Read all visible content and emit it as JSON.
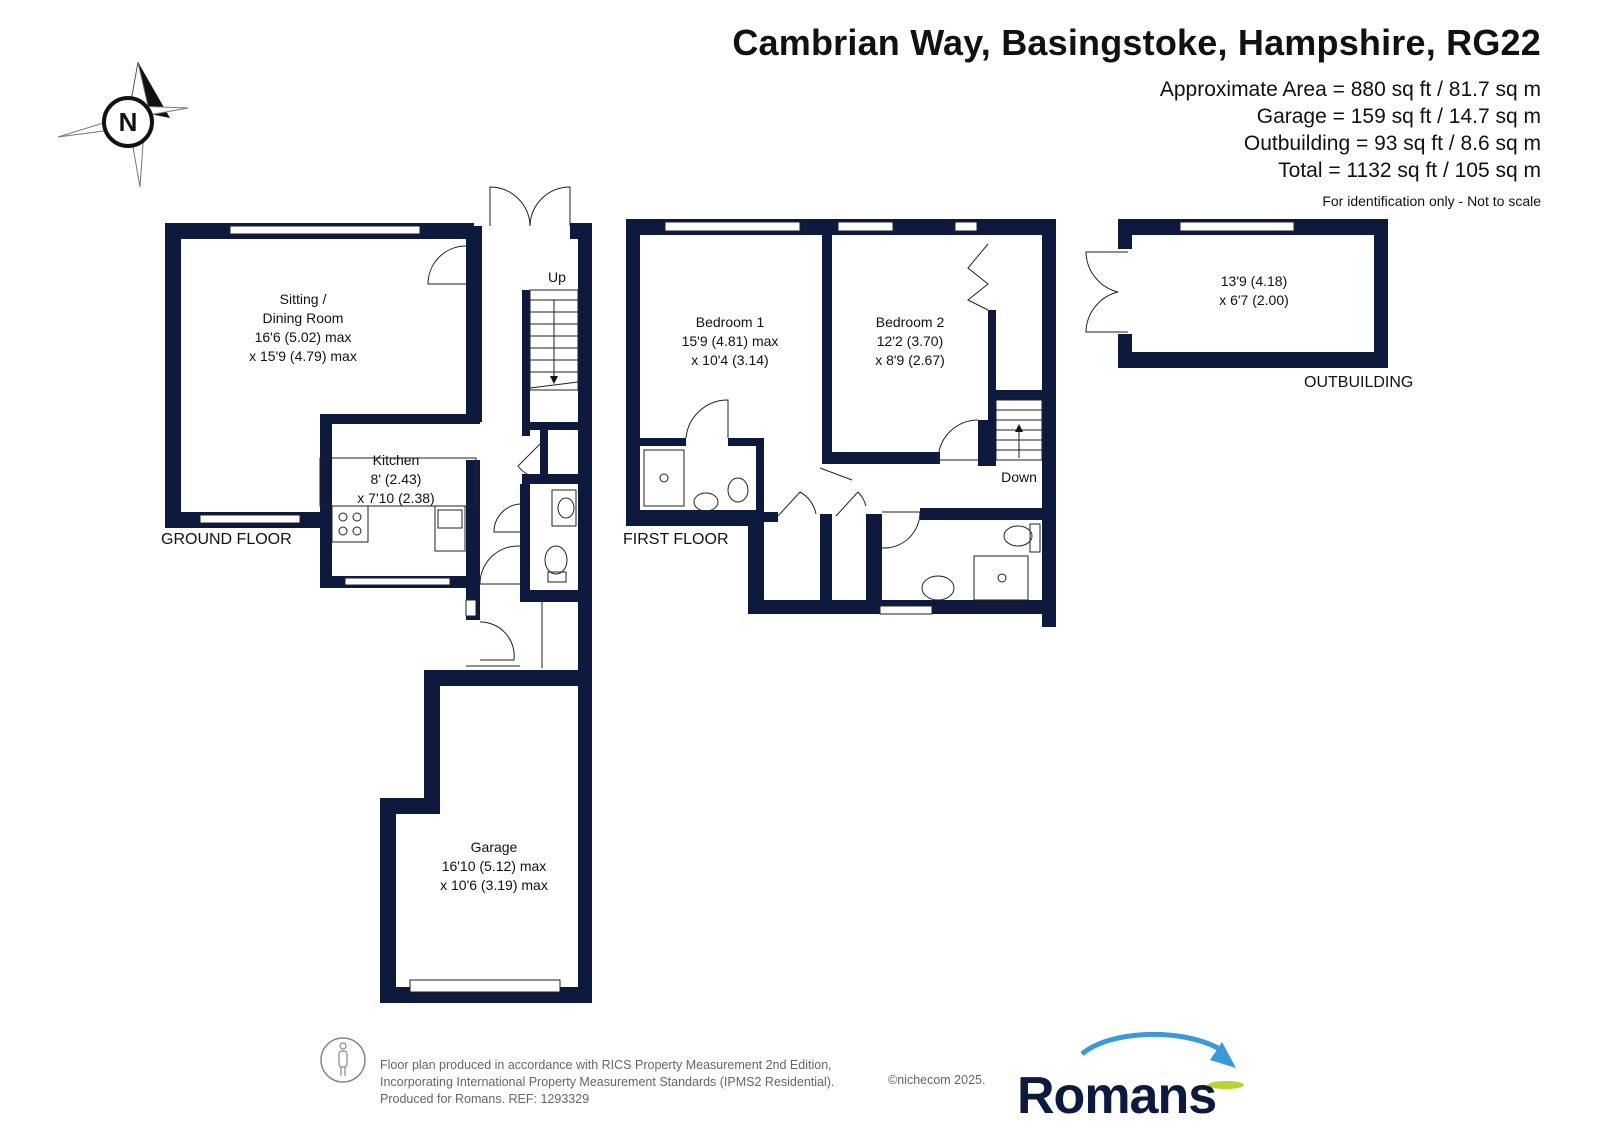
{
  "header": {
    "title": "Cambrian Way, Basingstoke, Hampshire, RG22",
    "areas": [
      "Approximate Area = 880 sq ft / 81.7 sq m",
      "Garage = 159 sq ft / 14.7 sq m",
      "Outbuilding = 93 sq ft / 8.6 sq m",
      "Total = 1132 sq ft / 105 sq m"
    ],
    "note": "For identification only - Not to scale"
  },
  "compass": {
    "label": "N"
  },
  "ground_floor": {
    "label": "GROUND FLOOR",
    "stairs_label": "Up",
    "sitting": {
      "l1": "Sitting /",
      "l2": "Dining Room",
      "l3": "16'6 (5.02) max",
      "l4": "x 15'9 (4.79) max"
    },
    "kitchen": {
      "l1": "Kitchen",
      "l2": "8' (2.43)",
      "l3": "x 7'10 (2.38)"
    },
    "garage": {
      "l1": "Garage",
      "l2": "16'10 (5.12) max",
      "l3": "x 10'6 (3.19) max"
    }
  },
  "first_floor": {
    "label": "FIRST FLOOR",
    "stairs_label": "Down",
    "bedroom1": {
      "l1": "Bedroom 1",
      "l2": "15'9 (4.81) max",
      "l3": "x 10'4 (3.14)"
    },
    "bedroom2": {
      "l1": "Bedroom 2",
      "l2": "12'2 (3.70)",
      "l3": "x 8'9 (2.67)"
    }
  },
  "outbuilding": {
    "label": "OUTBUILDING",
    "l1": "13'9 (4.18)",
    "l2": "x 6'7 (2.00)"
  },
  "footer": {
    "line1": "Floor plan produced in accordance with RICS Property Measurement 2nd Edition,",
    "line2": "Incorporating International Property Measurement Standards (IPMS2 Residential).",
    "line3": "Produced for Romans.   REF: 1293329",
    "copyright": "©nichecom 2025.",
    "brand": "Romans"
  },
  "colors": {
    "wall": "#0e1a3d",
    "brand_arrow": "#3a9ad9",
    "brand_dot": "#b9d334"
  }
}
